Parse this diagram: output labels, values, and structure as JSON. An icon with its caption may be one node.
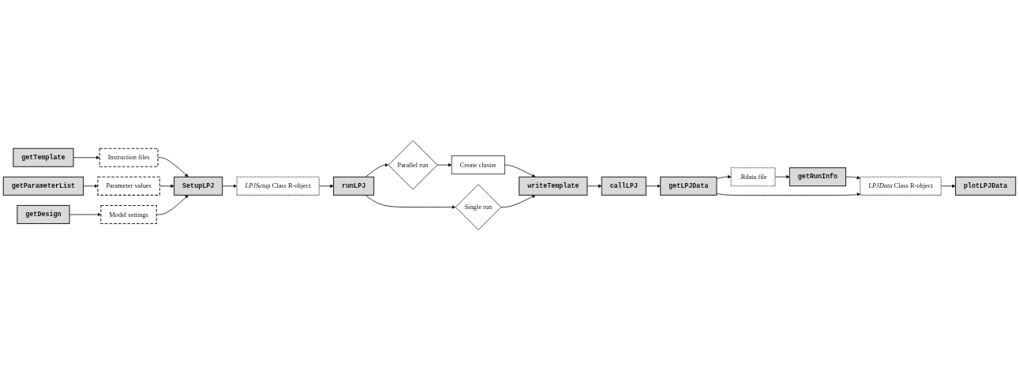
{
  "diagram": {
    "nodes": [
      {
        "text": [
          "getTemplate"
        ]
      },
      {
        "text": [
          "getParameterList"
        ]
      },
      {
        "text": [
          "getDesign"
        ]
      },
      {
        "text": [
          "Instruction files"
        ]
      },
      {
        "text": [
          "Parameter values"
        ]
      },
      {
        "text": [
          "Model settings"
        ]
      },
      {
        "text": [
          "SetupLPJ"
        ]
      },
      {
        "text": [
          "*LPJSetup* Class R-object"
        ]
      },
      {
        "text": [
          "runLPJ"
        ]
      },
      {
        "text": [
          "Parallel run"
        ]
      },
      {
        "text": [
          "Single run"
        ]
      },
      {
        "text": [
          "Create cluster"
        ]
      },
      {
        "text": [
          "writeTemplate"
        ]
      },
      {
        "text": [
          "callLPJ"
        ]
      },
      {
        "text": [
          "getLPJData"
        ]
      },
      {
        "text": [
          ".Rdata file"
        ]
      },
      {
        "text": [
          "getRunInfo"
        ]
      },
      {
        "text": [
          "*LPJData* Class R-object"
        ]
      },
      {
        "text": [
          "plotLPJData"
        ]
      }
    ],
    "edges": [
      {
        "from": 0,
        "to": 3,
        "arrow": "to"
      },
      {
        "from": 1,
        "to": 4,
        "arrow": "to"
      },
      {
        "from": 2,
        "to": 5,
        "arrow": "to"
      },
      {
        "from": 3,
        "to": 6,
        "arrow": "to"
      },
      {
        "from": 4,
        "to": 6,
        "arrow": "to"
      },
      {
        "from": 5,
        "to": 6,
        "arrow": "to"
      },
      {
        "from": 6,
        "to": 7,
        "arrow": "to"
      },
      {
        "from": 7,
        "to": 8,
        "arrow": "to"
      },
      {
        "from": 8,
        "to": 9,
        "arrow": "to"
      },
      {
        "from": 8,
        "to": 10,
        "arrow": "to"
      },
      {
        "from": 9,
        "to": 11,
        "arrow": "to"
      },
      {
        "from": 11,
        "to": 12,
        "arrow": "to"
      },
      {
        "from": 10,
        "to": 12,
        "arrow": "to"
      },
      {
        "from": 12,
        "to": 13,
        "arrow": "to"
      },
      {
        "from": 13,
        "to": 14,
        "arrow": "to"
      },
      {
        "from": 14,
        "to": 15,
        "arrow": "to"
      },
      {
        "from": 15,
        "to": 16,
        "arrow": "to"
      },
      {
        "from": 16,
        "to": 17,
        "arrow": "to"
      },
      {
        "from": 14,
        "to": 17,
        "arrow": "to"
      },
      {
        "from": 17,
        "to": 18,
        "arrow": "to"
      }
    ]
  }
}
